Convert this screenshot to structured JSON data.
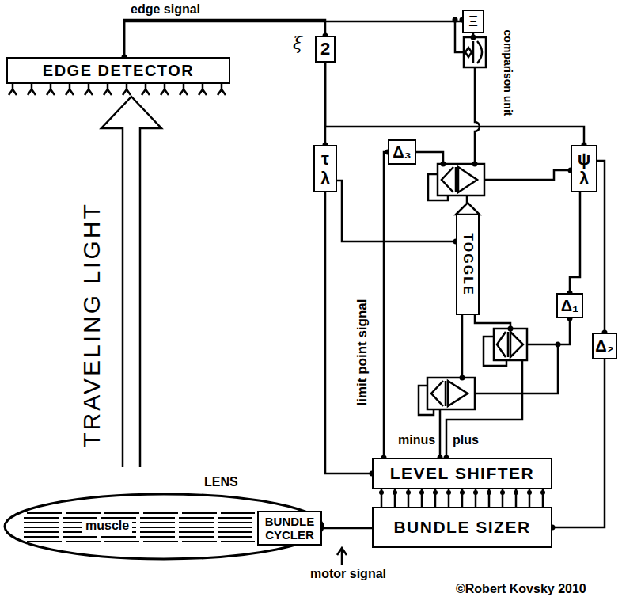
{
  "diagram": {
    "nodes": [
      {
        "text": [
          "EDGE DETECTOR"
        ]
      },
      {
        "text": [
          "Ξ"
        ]
      },
      {
        "text": [
          "2"
        ]
      },
      {
        "text": [
          "τ λ"
        ]
      },
      {
        "text": [
          "Δ₃"
        ]
      },
      {
        "text": [
          "ψ λ"
        ]
      },
      {
        "text": [
          "TOGGLE"
        ]
      },
      {
        "text": [
          "Δ₁"
        ]
      },
      {
        "text": [
          "Δ₂"
        ]
      },
      {
        "text": [
          "LEVEL SHIFTER"
        ]
      },
      {
        "text": [
          "BUNDLE SIZER"
        ]
      },
      {
        "text": [
          "muscle"
        ]
      },
      {
        "text": [
          "BUNDLE CYCLER"
        ],
        "in": 11
      }
    ],
    "edges": [
      {
        "from": 0,
        "to": 1,
        "arrow": "none"
      },
      {
        "from": 0,
        "to": 2,
        "arrow": "none"
      },
      {
        "from": 2,
        "to": 3,
        "arrow": "none"
      },
      {
        "from": 2,
        "to": 5,
        "arrow": "none"
      },
      {
        "from": 3,
        "to": 6,
        "arrow": "none"
      },
      {
        "from": 3,
        "to": 9,
        "arrow": "none"
      },
      {
        "from": 4,
        "to": 9,
        "arrow": "none"
      },
      {
        "from": 5,
        "to": 7,
        "arrow": "none"
      },
      {
        "from": 5,
        "to": 8,
        "arrow": "none"
      },
      {
        "from": 8,
        "to": 10,
        "arrow": "none"
      },
      {
        "from": 9,
        "to": 10,
        "arrow": "none"
      },
      {
        "from": 10,
        "to": 12,
        "arrow": "none"
      }
    ],
    "labels": [
      "edge signal",
      "ξ",
      "comparison unit",
      "TRAVELING LIGHT",
      "limit point signal",
      "minus",
      "plus",
      "LENS",
      "motor signal",
      "©Robert Kovsky 2010"
    ]
  }
}
